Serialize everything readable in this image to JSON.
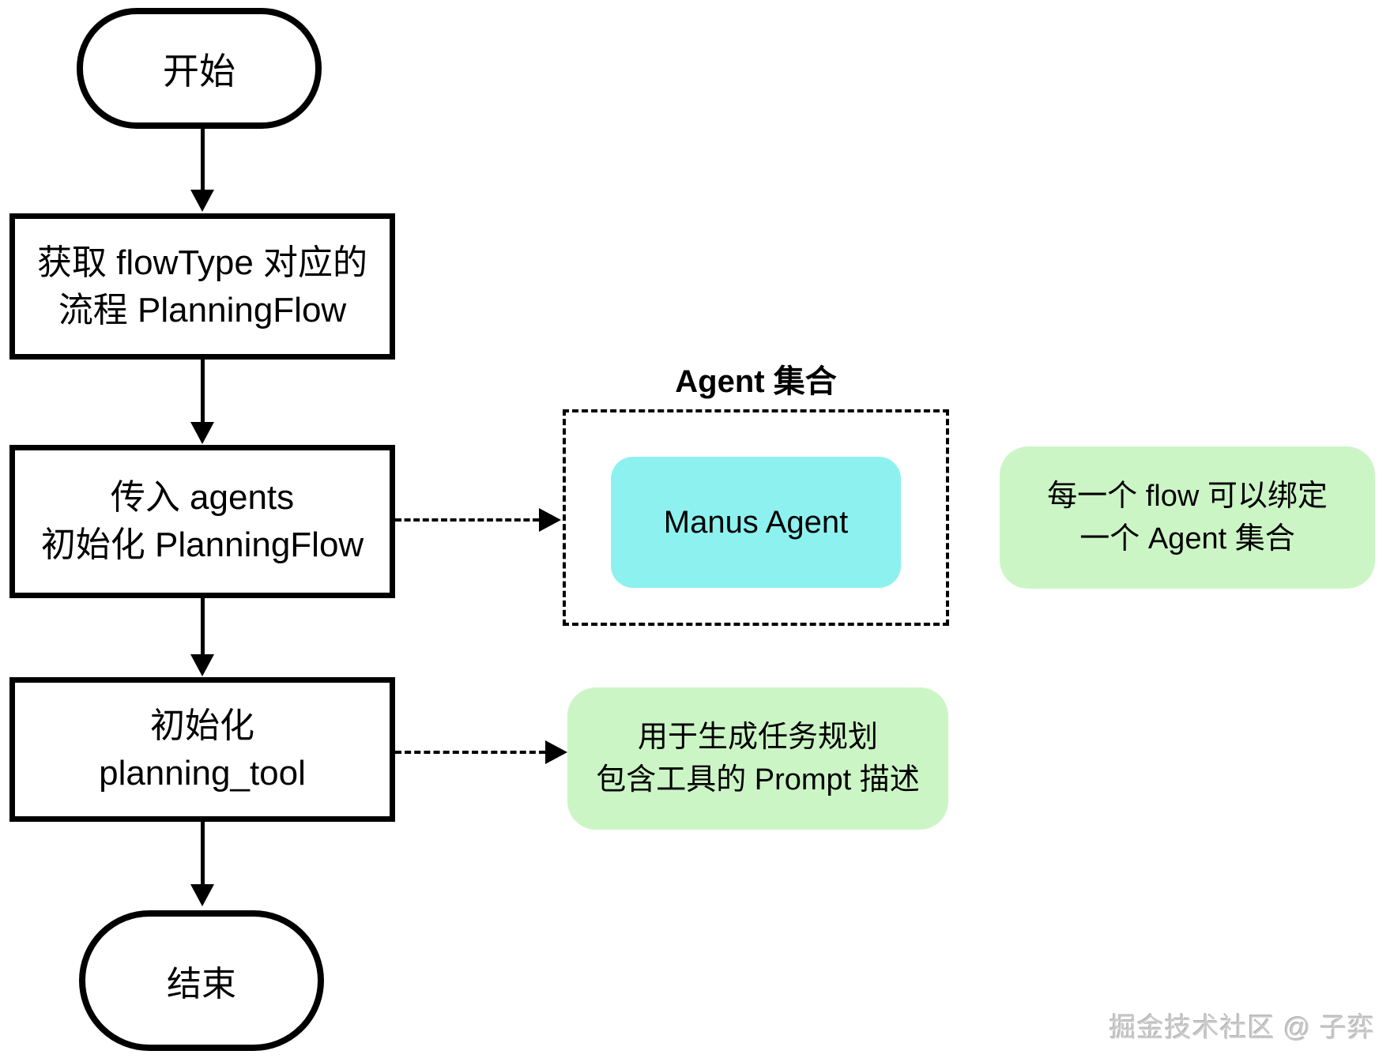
{
  "flow": {
    "start": "开始",
    "step1": {
      "line1": "获取 flowType 对应的",
      "line2": "流程 PlanningFlow"
    },
    "step2": {
      "line1": "传入 agents",
      "line2": "初始化 PlanningFlow"
    },
    "step3": {
      "line1": "初始化",
      "line2": "planning_tool"
    },
    "end": "结束"
  },
  "agent_group": {
    "title": "Agent 集合",
    "agent": "Manus Agent"
  },
  "notes": {
    "flow_binding": {
      "line1": "每一个 flow 可以绑定",
      "line2": "一个 Agent 集合"
    },
    "planning_tool": {
      "line1": "用于生成任务规划",
      "line2": "包含工具的 Prompt 描述"
    }
  },
  "watermark": "掘金技术社区 @ 子弈",
  "colors": {
    "agent_node_fill": "#8df2ef",
    "note_fill": "#ccf5c6",
    "line": "#000000",
    "watermark": "#c9c9c9"
  }
}
